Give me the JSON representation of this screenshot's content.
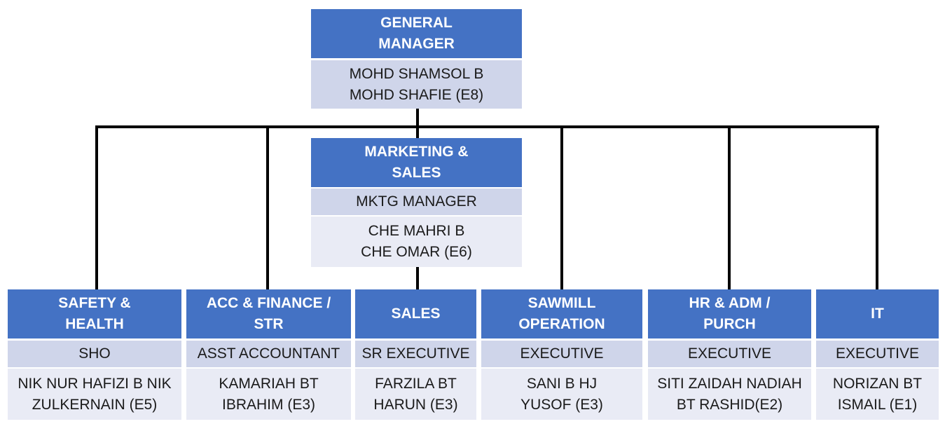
{
  "general_manager": {
    "title": "GENERAL\nMANAGER",
    "name": "MOHD SHAMSOL B\nMOHD SHAFIE (E8)"
  },
  "marketing": {
    "title": "MARKETING &\nSALES",
    "role": "MKTG MANAGER",
    "name": "CHE MAHRI B\nCHE OMAR (E6)"
  },
  "departments": [
    {
      "title": "SAFETY &\nHEALTH",
      "role": "SHO",
      "name": "NIK NUR HAFIZI B NIK\nZULKERNAIN  (E5)"
    },
    {
      "title": "ACC & FINANCE /\nSTR",
      "role": "ASST ACCOUNTANT",
      "name": "KAMARIAH BT\nIBRAHIM (E3)"
    },
    {
      "title": "SALES",
      "role": "SR EXECUTIVE",
      "name": "FARZILA BT\nHARUN (E3)"
    },
    {
      "title": "SAWMILL\nOPERATION",
      "role": "EXECUTIVE",
      "name": "SANI B HJ\nYUSOF (E3)"
    },
    {
      "title": "HR & ADM  /\nPURCH",
      "role": "EXECUTIVE",
      "name": "SITI ZAIDAH NADIAH\nBT RASHID(E2)"
    },
    {
      "title": "IT",
      "role": "EXECUTIVE",
      "name": "NORIZAN BT\nISMAIL (E1)"
    }
  ]
}
